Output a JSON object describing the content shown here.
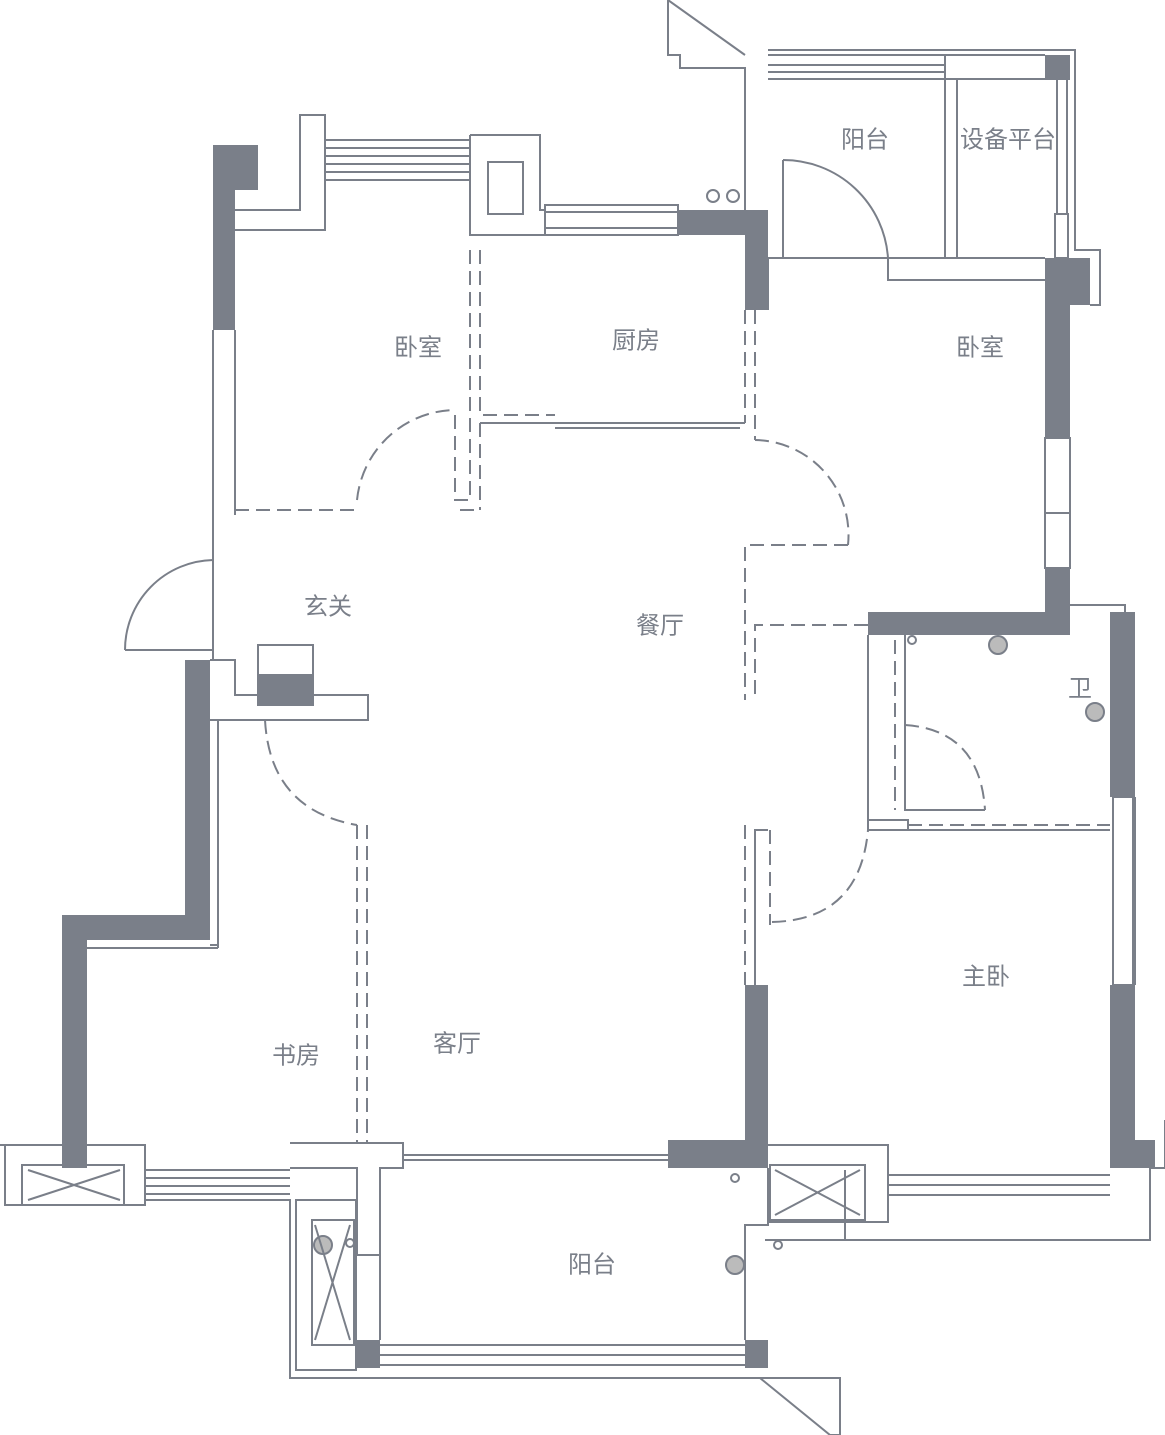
{
  "colors": {
    "wall": "#7a7f89",
    "line": "#7a7f89",
    "background": "#ffffff"
  },
  "rooms": [
    {
      "id": "balcony-north",
      "label": "阳台"
    },
    {
      "id": "equipment-platform",
      "label": "设备平台"
    },
    {
      "id": "bedroom-west",
      "label": "卧室"
    },
    {
      "id": "kitchen",
      "label": "厨房"
    },
    {
      "id": "bedroom-east",
      "label": "卧室"
    },
    {
      "id": "foyer",
      "label": "玄关"
    },
    {
      "id": "dining",
      "label": "餐厅"
    },
    {
      "id": "bathroom",
      "label": "卫"
    },
    {
      "id": "master-bedroom",
      "label": "主卧"
    },
    {
      "id": "study",
      "label": "书房"
    },
    {
      "id": "living",
      "label": "客厅"
    },
    {
      "id": "balcony-south",
      "label": "阳台"
    }
  ]
}
